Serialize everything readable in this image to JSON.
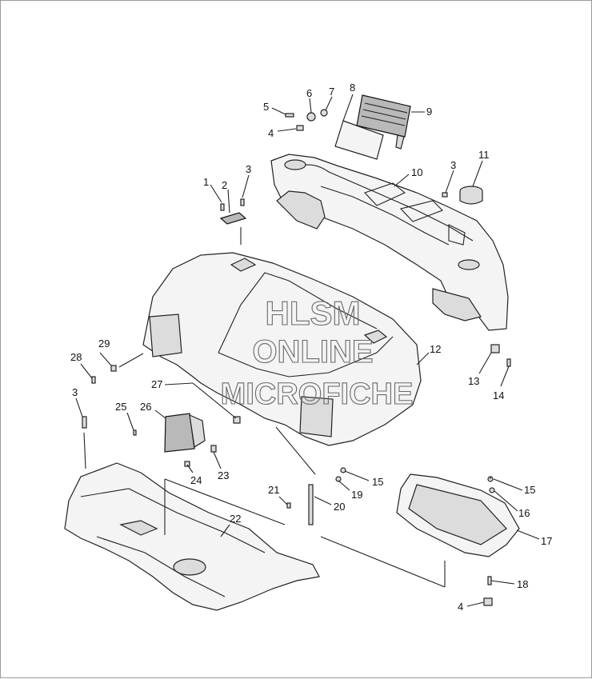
{
  "watermark": {
    "line1": "HLSM",
    "line2": "ONLINE",
    "line3": "MICROFICHE"
  },
  "callouts": {
    "c1": "1",
    "c2": "2",
    "c3a": "3",
    "c3b": "3",
    "c3c": "3",
    "c4a": "4",
    "c4b": "4",
    "c5": "5",
    "c6": "6",
    "c7": "7",
    "c8": "8",
    "c9": "9",
    "c10": "10",
    "c11": "11",
    "c12": "12",
    "c13": "13",
    "c14": "14",
    "c15a": "15",
    "c15b": "15",
    "c16": "16",
    "c17": "17",
    "c18": "18",
    "c19": "19",
    "c20": "20",
    "c21": "21",
    "c22": "22",
    "c23": "23",
    "c24": "24",
    "c25": "25",
    "c26": "26",
    "c27": "27",
    "c28": "28",
    "c29": "29"
  }
}
